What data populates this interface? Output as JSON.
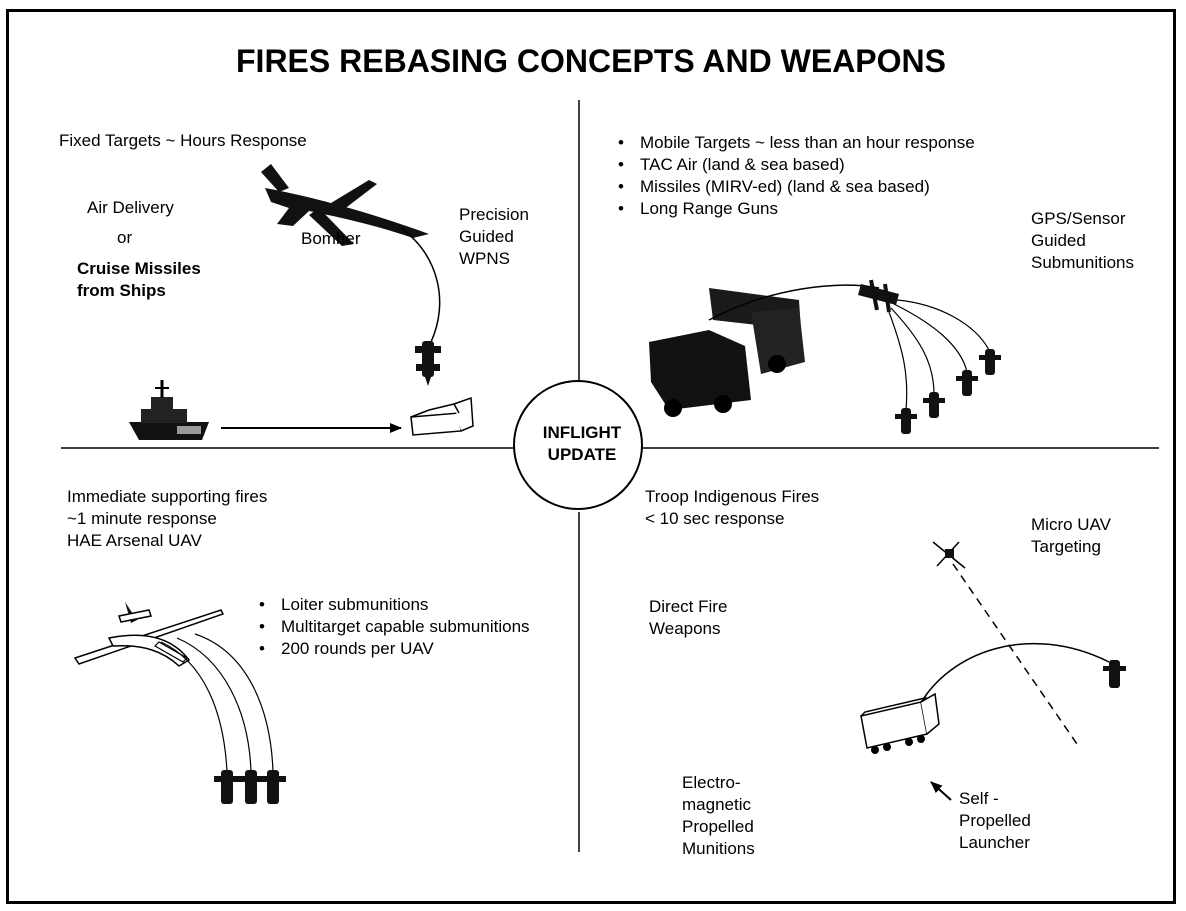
{
  "title": "FIRES REBASING CONCEPTS AND WEAPONS",
  "center_label": "INFLIGHT\nUPDATE",
  "quadrant_tl": {
    "heading": "Fixed Targets ~ Hours Response",
    "air_delivery": "Air Delivery",
    "or": "or",
    "cruise": "Cruise Missiles\nfrom Ships",
    "bomber": "Bomber",
    "precision": "Precision\nGuided\nWPNS"
  },
  "quadrant_tr": {
    "bullets": [
      "Mobile Targets ~ less than an hour response",
      "TAC Air (land & sea based)",
      "Missiles (MIRV-ed) (land & sea based)",
      "Long Range Guns"
    ],
    "gps": "GPS/Sensor\nGuided\nSubmunitions"
  },
  "quadrant_bl": {
    "heading": "Immediate supporting fires\n ~1 minute response\nHAE Arsenal UAV",
    "bullets": [
      "Loiter submunitions",
      "Multitarget capable submunitions",
      "200 rounds per UAV"
    ]
  },
  "quadrant_br": {
    "heading": "Troop Indigenous Fires\n< 10 sec response",
    "micro": "Micro UAV\nTargeting",
    "direct": "Direct Fire\nWeapons",
    "electro": "Electro-\nmagnetic\nPropelled\nMunitions",
    "self": "Self -\nPropelled\nLauncher"
  }
}
